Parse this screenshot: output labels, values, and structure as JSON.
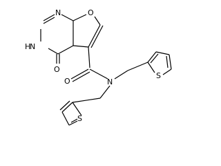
{
  "molecule": {
    "atom_labels": {
      "o_furan": "O",
      "n_pyrimidine": "N",
      "nh_pyrimidine": "N",
      "h_on_n": "H",
      "o_ketone": "O",
      "o_amide": "O",
      "n_amide": "N",
      "s_thiophene_right": "S",
      "s_thiophene_bottom": "S"
    }
  }
}
